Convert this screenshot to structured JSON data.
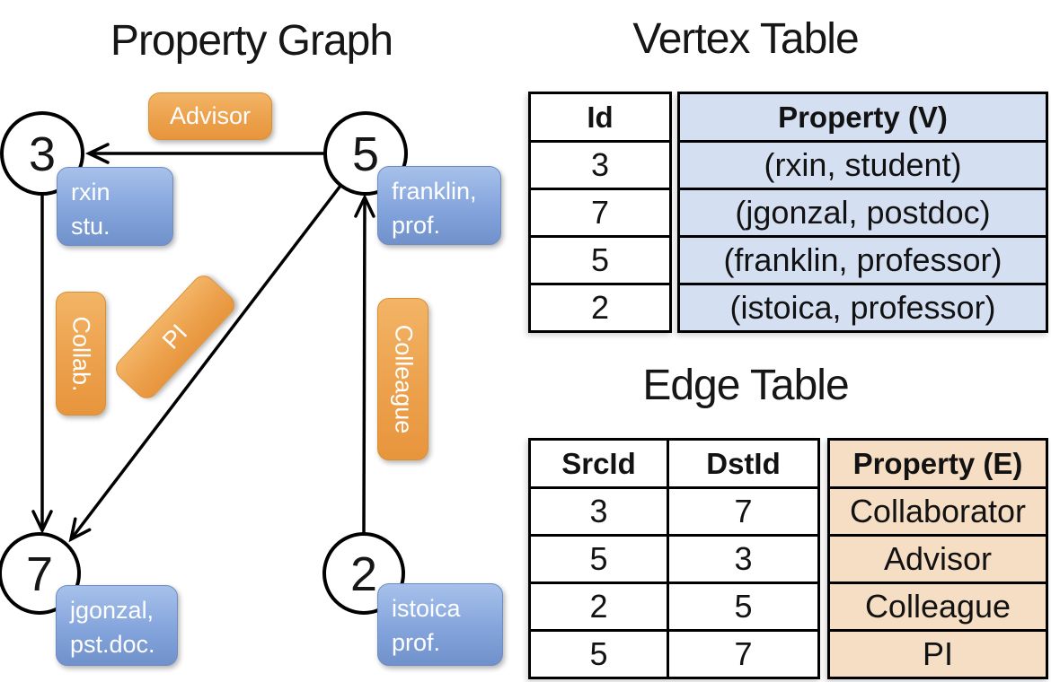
{
  "graph": {
    "title": "Property Graph",
    "nodes": [
      {
        "id": "3",
        "line1": "rxin",
        "line2": "stu."
      },
      {
        "id": "5",
        "line1": "franklin,",
        "line2": "prof."
      },
      {
        "id": "7",
        "line1": "jgonzal,",
        "line2": "pst.doc."
      },
      {
        "id": "2",
        "line1": "istoica",
        "line2": "prof."
      }
    ],
    "edges": [
      {
        "label": "Advisor"
      },
      {
        "label": "Collab."
      },
      {
        "label": "PI"
      },
      {
        "label": "Colleague"
      }
    ]
  },
  "vertex_table": {
    "title": "Vertex Table",
    "col_id": "Id",
    "col_property": "Property (V)",
    "rows": [
      {
        "id": "3",
        "property": "(rxin, student)"
      },
      {
        "id": "7",
        "property": "(jgonzal, postdoc)"
      },
      {
        "id": "5",
        "property": "(franklin, professor)"
      },
      {
        "id": "2",
        "property": "(istoica, professor)"
      }
    ]
  },
  "edge_table": {
    "title": "Edge Table",
    "col_src": "SrcId",
    "col_dst": "DstId",
    "col_property": "Property (E)",
    "rows": [
      {
        "src": "3",
        "dst": "7",
        "property": "Collaborator"
      },
      {
        "src": "5",
        "dst": "3",
        "property": "Advisor"
      },
      {
        "src": "2",
        "dst": "5",
        "property": "Colleague"
      },
      {
        "src": "5",
        "dst": "7",
        "property": "PI"
      }
    ]
  },
  "colors": {
    "edge_pill_orange": "#ECA14C",
    "vertex_pill_blue": "#84A4DC",
    "vertex_table_fill": "#D5DFF2",
    "edge_table_fill": "#F5DEC3",
    "line_black": "#000000"
  }
}
